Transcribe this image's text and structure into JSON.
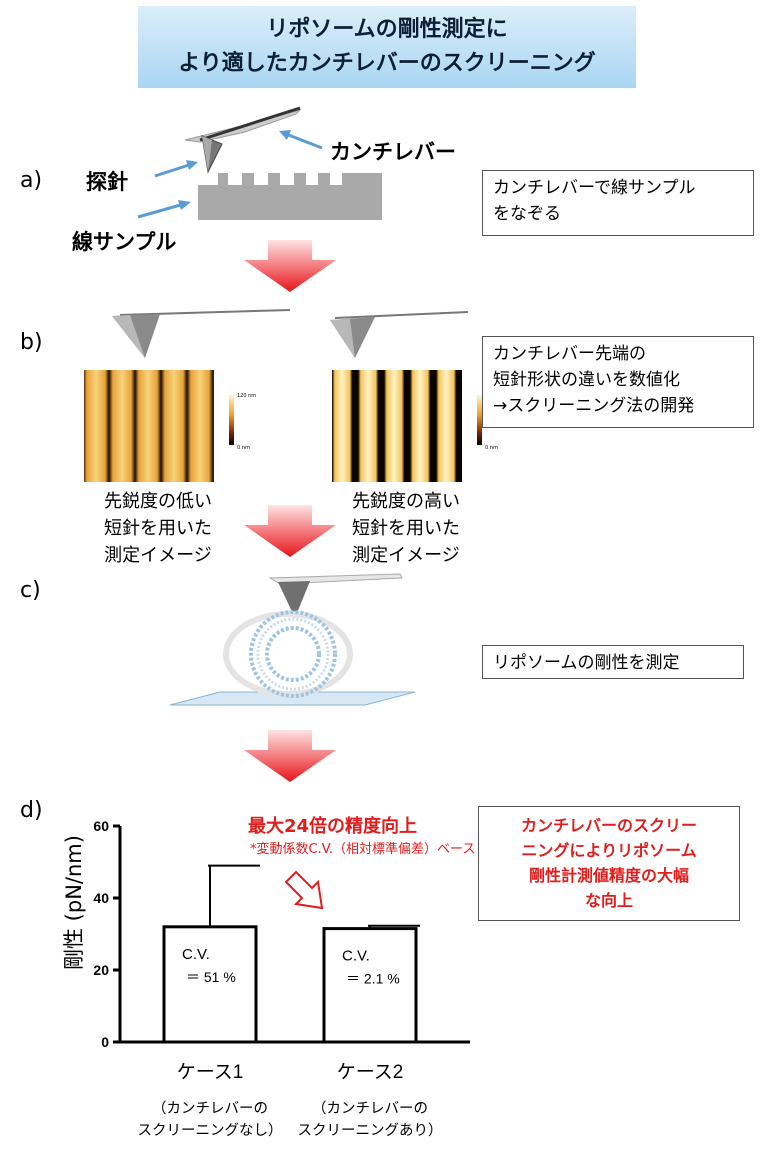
{
  "title": {
    "line1": "リポソームの剛性測定に",
    "line2": "より適したカンチレバーのスクリーニング"
  },
  "steps": {
    "a": {
      "label": "a)",
      "cantilever_label": "カンチレバー",
      "probe_label": "探針",
      "sample_label": "線サンプル",
      "box_lines": [
        "カンチレバーで線サンプル",
        "をなぞる"
      ]
    },
    "b": {
      "label": "b)",
      "box_lines": [
        "カンチレバー先端の",
        "短針形状の違いを数値化",
        "→スクリーニング法の開発"
      ],
      "left_caption": [
        "先鋭度の低い",
        "短針を用いた",
        "測定イメージ"
      ],
      "right_caption": [
        "先鋭度の高い",
        "短針を用いた",
        "測定イメージ"
      ],
      "colorbar_top": "120 nm",
      "colorbar_bottom": "0 nm"
    },
    "c": {
      "label": "c)",
      "box_text": "リポソームの剛性を測定"
    },
    "d": {
      "label": "d)",
      "headline": "最大24倍の精度向上",
      "footnote": "*変動係数C.V.（相対標準偏差）ベース",
      "box_lines": [
        "カンチレバーのスクリー",
        "ニングによりリポソーム",
        "剛性計測値精度の大幅",
        "な向上"
      ]
    }
  },
  "chart_data": {
    "type": "bar",
    "ylabel": "剛性 (pN/nm)",
    "ylim": [
      0,
      60
    ],
    "yticks": [
      "0",
      "20",
      "40",
      "60"
    ],
    "categories": [
      "ケース1",
      "ケース2"
    ],
    "category_notes": [
      [
        "（カンチレバーの",
        "スクリーニングなし）"
      ],
      [
        "（カンチレバーの",
        "スクリーニングあり）"
      ]
    ],
    "values": [
      32,
      31.5
    ],
    "error_upper": [
      49,
      32.3
    ],
    "annotations": [
      {
        "line1": "C.V.",
        "line2": "＝ 51 %"
      },
      {
        "line1": "C.V.",
        "line2": "＝ 2.1 %"
      }
    ],
    "grid": false,
    "colors": {
      "bar_fill": "#ffffff",
      "bar_stroke": "#000000"
    }
  },
  "colors": {
    "accent_red": "#e01d1d",
    "arrow_blue": "#5b9bd5",
    "title_bg": "#b5dcf5"
  }
}
